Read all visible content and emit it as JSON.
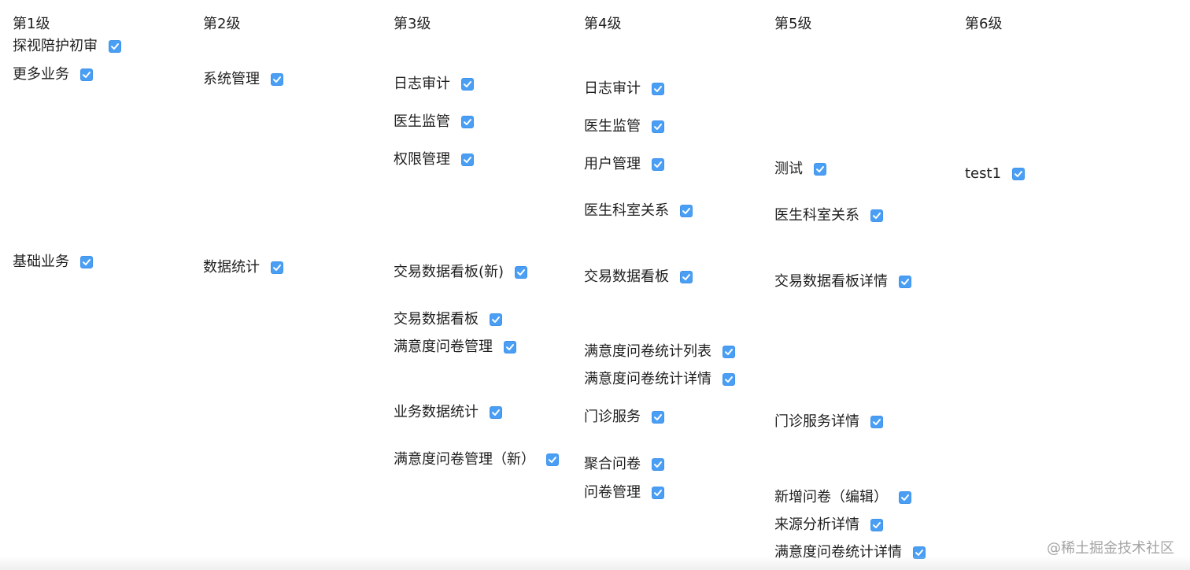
{
  "headers": [
    "第1级",
    "第2级",
    "第3级",
    "第4级",
    "第5级",
    "第6级"
  ],
  "items": {
    "l1_0": "探视陪护初审",
    "l1_1": "更多业务",
    "l1_2": "基础业务",
    "l2_0": "系统管理",
    "l2_1": "数据统计",
    "l3_0": "日志审计",
    "l3_1": "医生监管",
    "l3_2": "权限管理",
    "l3_3": "交易数据看板(新)",
    "l3_4": "交易数据看板",
    "l3_5": "满意度问卷管理",
    "l3_6": "业务数据统计",
    "l3_7": "满意度问卷管理（新）",
    "l4_0": "日志审计",
    "l4_1": "医生监管",
    "l4_2": "用户管理",
    "l4_3": "医生科室关系",
    "l4_4": "交易数据看板",
    "l4_5": "满意度问卷统计列表",
    "l4_6": "满意度问卷统计详情",
    "l4_7": "门诊服务",
    "l4_8": "聚合问卷",
    "l4_9": "问卷管理",
    "l5_0": "测试",
    "l5_1": "医生科室关系",
    "l5_2": "交易数据看板详情",
    "l5_3": "门诊服务详情",
    "l5_4": "新增问卷（编辑）",
    "l5_5": "来源分析详情",
    "l5_6": "满意度问卷统计详情",
    "l6_0": "test1"
  },
  "watermark": "@稀土掘金技术社区",
  "colors": {
    "checkbox": "#4a9ff5",
    "text": "#1f1f1f"
  },
  "icons": {
    "check": "check-icon"
  }
}
